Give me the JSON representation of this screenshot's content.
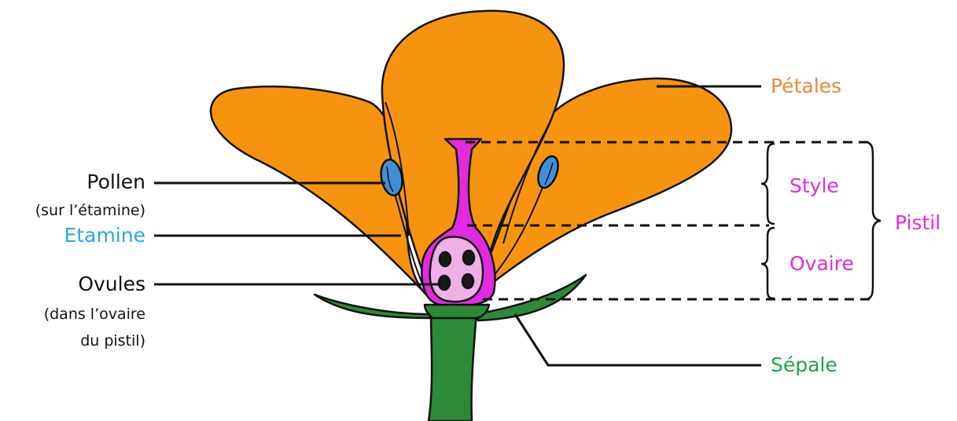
{
  "labels": {
    "petales": "Pétales",
    "style": "Style",
    "ovaire": "Ovaire",
    "pistil": "Pistil",
    "sepale": "Sépale",
    "pollen": "Pollen",
    "pollen_note": "(sur l’étamine)",
    "etamine": "Etamine",
    "ovules": "Ovules",
    "ovules_note_1": "(dans l’ovaire",
    "ovules_note_2": "du pistil)"
  },
  "colors": {
    "petal": "#f7940f",
    "sepal": "#2a8a37",
    "pistil": "#e12be0",
    "ovary_inner": "#eeb0e6",
    "anther": "#3f8fd8",
    "ovule": "#1a1a1a",
    "outline": "#111111",
    "label_petales": "#e8893a",
    "label_pistil": "#e52ae0",
    "label_etamine": "#2aa7e0",
    "label_sepale": "#22a24a",
    "label_dark": "#111111"
  }
}
